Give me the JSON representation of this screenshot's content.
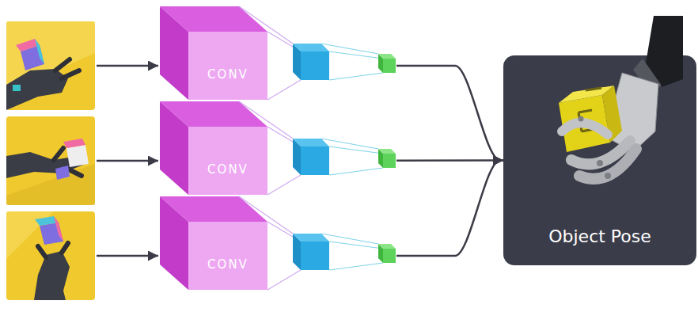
{
  "diagram": {
    "nodes": [
      {
        "text": [
          "CONV"
        ]
      },
      {
        "text": [
          "CONV"
        ]
      },
      {
        "text": [
          "CONV"
        ]
      },
      {
        "text": [
          "Object Pose"
        ]
      }
    ],
    "edges": [
      {
        "from": 0,
        "to": 3,
        "arrow": "to"
      },
      {
        "from": 1,
        "to": 3,
        "arrow": "to"
      },
      {
        "from": 2,
        "to": 3,
        "arrow": "to"
      }
    ]
  }
}
